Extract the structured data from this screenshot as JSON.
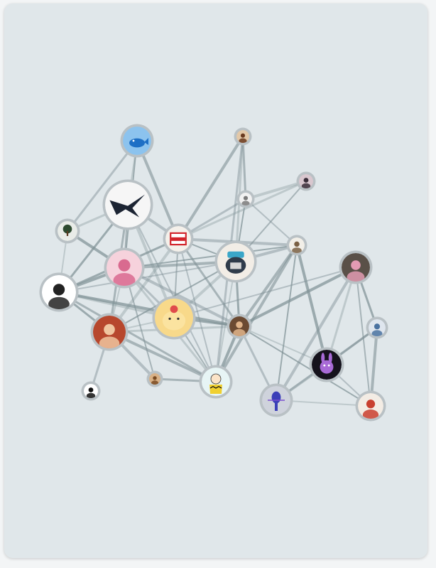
{
  "graph": {
    "node_style": {
      "ring": "#b9c1c5",
      "edge": "#7f9196"
    },
    "nodes": [
      {
        "id": "whale",
        "name": "whale-avatar",
        "r": 20,
        "bg": "#8cc3ee",
        "fg": "#1d6fc5"
      },
      {
        "id": "raven",
        "name": "raven-avatar",
        "r": 32,
        "bg": "#f6f6f6",
        "fg": "#1c2433"
      },
      {
        "id": "tree",
        "name": "tree-avatar",
        "r": 14,
        "bg": "#e9ece8",
        "fg": "#2d4a2f"
      },
      {
        "id": "brillo",
        "name": "brillo-box-avatar",
        "r": 18,
        "bg": "#f4f0ea",
        "fg": "#d2232a"
      },
      {
        "id": "anime-pink",
        "name": "pink-anime-avatar",
        "r": 25,
        "bg": "#f6d2dc",
        "fg": "#d96a8f"
      },
      {
        "id": "manga",
        "name": "manga-face-avatar",
        "r": 24,
        "bg": "#ffffff",
        "fg": "#222222"
      },
      {
        "id": "screamer",
        "name": "screaming-man-avatar",
        "r": 23,
        "bg": "#b7472d",
        "fg": "#f0c6a0"
      },
      {
        "id": "pudding",
        "name": "pudding-cat-avatar",
        "r": 27,
        "bg": "#f8d98a",
        "fg": "#e04b4b"
      },
      {
        "id": "charlie",
        "name": "charlie-brown-avatar",
        "r": 20,
        "bg": "#e7f5f5",
        "fg": "#f0d030"
      },
      {
        "id": "tiny-orange",
        "name": "small-orange-avatar",
        "r": 8,
        "bg": "#d9b186",
        "fg": "#7a4b22"
      },
      {
        "id": "bw-small",
        "name": "small-bw-avatar",
        "r": 10,
        "bg": "#ffffff",
        "fg": "#111111"
      },
      {
        "id": "robot",
        "name": "robot-avatar",
        "r": 26,
        "bg": "#f2ede6",
        "fg": "#2f3b4a"
      },
      {
        "id": "horse",
        "name": "horse-avatar",
        "r": 9,
        "bg": "#e3c8a8",
        "fg": "#6a3a1f"
      },
      {
        "id": "hammock",
        "name": "hammock-avatar",
        "r": 9,
        "bg": "#f1f1f1",
        "fg": "#7a7a7a"
      },
      {
        "id": "dark-fig",
        "name": "dark-figure-avatar",
        "r": 10,
        "bg": "#d9c7cf",
        "fg": "#3a2e3a"
      },
      {
        "id": "cartoon",
        "name": "cartoon-figure-avatar",
        "r": 11,
        "bg": "#f2efe8",
        "fg": "#7a6044"
      },
      {
        "id": "bearded",
        "name": "bearded-man-avatar",
        "r": 14,
        "bg": "#6b4a32",
        "fg": "#e0b48a"
      },
      {
        "id": "pink-hair",
        "name": "pink-hair-avatar",
        "r": 20,
        "bg": "#5a5048",
        "fg": "#e39bb3"
      },
      {
        "id": "man-blue",
        "name": "man-blue-shirt-avatar",
        "r": 12,
        "bg": "#dfe6ee",
        "fg": "#4a72a0"
      },
      {
        "id": "rabbit",
        "name": "purple-rabbit-avatar",
        "r": 21,
        "bg": "#15121c",
        "fg": "#a86ad6"
      },
      {
        "id": "blue-char",
        "name": "blue-character-avatar",
        "r": 20,
        "bg": "#cfd3dc",
        "fg": "#3b3fb8"
      },
      {
        "id": "smiling",
        "name": "smiling-man-avatar",
        "r": 18,
        "bg": "#f3ece4",
        "fg": "#c9402f"
      }
    ],
    "edges": [
      [
        "whale",
        "raven"
      ],
      [
        "whale",
        "tree"
      ],
      [
        "whale",
        "brillo"
      ],
      [
        "whale",
        "anime-pink"
      ],
      [
        "raven",
        "tree"
      ],
      [
        "raven",
        "brillo"
      ],
      [
        "raven",
        "anime-pink"
      ],
      [
        "raven",
        "manga"
      ],
      [
        "raven",
        "pudding"
      ],
      [
        "raven",
        "charlie"
      ],
      [
        "raven",
        "screamer"
      ],
      [
        "tree",
        "anime-pink"
      ],
      [
        "tree",
        "manga"
      ],
      [
        "brillo",
        "hammock"
      ],
      [
        "brillo",
        "horse"
      ],
      [
        "brillo",
        "robot"
      ],
      [
        "brillo",
        "dark-fig"
      ],
      [
        "brillo",
        "cartoon"
      ],
      [
        "brillo",
        "pudding"
      ],
      [
        "brillo",
        "manga"
      ],
      [
        "brillo",
        "screamer"
      ],
      [
        "brillo",
        "charlie"
      ],
      [
        "brillo",
        "bearded"
      ],
      [
        "anime-pink",
        "manga"
      ],
      [
        "anime-pink",
        "screamer"
      ],
      [
        "anime-pink",
        "pudding"
      ],
      [
        "anime-pink",
        "robot"
      ],
      [
        "anime-pink",
        "cartoon"
      ],
      [
        "anime-pink",
        "charlie"
      ],
      [
        "anime-pink",
        "bearded"
      ],
      [
        "anime-pink",
        "tiny-orange"
      ],
      [
        "manga",
        "screamer"
      ],
      [
        "manga",
        "pudding"
      ],
      [
        "manga",
        "robot"
      ],
      [
        "manga",
        "charlie"
      ],
      [
        "manga",
        "bearded"
      ],
      [
        "screamer",
        "pudding"
      ],
      [
        "screamer",
        "bw-small"
      ],
      [
        "screamer",
        "charlie"
      ],
      [
        "screamer",
        "robot"
      ],
      [
        "screamer",
        "bearded"
      ],
      [
        "screamer",
        "tiny-orange"
      ],
      [
        "pudding",
        "charlie"
      ],
      [
        "pudding",
        "bearded"
      ],
      [
        "pudding",
        "robot"
      ],
      [
        "pudding",
        "pink-hair"
      ],
      [
        "charlie",
        "tiny-orange"
      ],
      [
        "charlie",
        "bearded"
      ],
      [
        "charlie",
        "robot"
      ],
      [
        "charlie",
        "horse"
      ],
      [
        "charlie",
        "cartoon"
      ],
      [
        "robot",
        "hammock"
      ],
      [
        "robot",
        "horse"
      ],
      [
        "robot",
        "cartoon"
      ],
      [
        "robot",
        "dark-fig"
      ],
      [
        "robot",
        "bearded"
      ],
      [
        "hammock",
        "dark-fig"
      ],
      [
        "hammock",
        "cartoon"
      ],
      [
        "horse",
        "hammock"
      ],
      [
        "bearded",
        "pink-hair"
      ],
      [
        "bearded",
        "rabbit"
      ],
      [
        "bearded",
        "blue-char"
      ],
      [
        "bearded",
        "cartoon"
      ],
      [
        "bearded",
        "smiling"
      ],
      [
        "pink-hair",
        "rabbit"
      ],
      [
        "pink-hair",
        "blue-char"
      ],
      [
        "pink-hair",
        "smiling"
      ],
      [
        "pink-hair",
        "man-blue"
      ],
      [
        "rabbit",
        "blue-char"
      ],
      [
        "rabbit",
        "smiling"
      ],
      [
        "rabbit",
        "man-blue"
      ],
      [
        "rabbit",
        "cartoon"
      ],
      [
        "blue-char",
        "smiling"
      ],
      [
        "blue-char",
        "man-blue"
      ],
      [
        "smiling",
        "man-blue"
      ],
      [
        "cartoon",
        "blue-char"
      ]
    ]
  }
}
